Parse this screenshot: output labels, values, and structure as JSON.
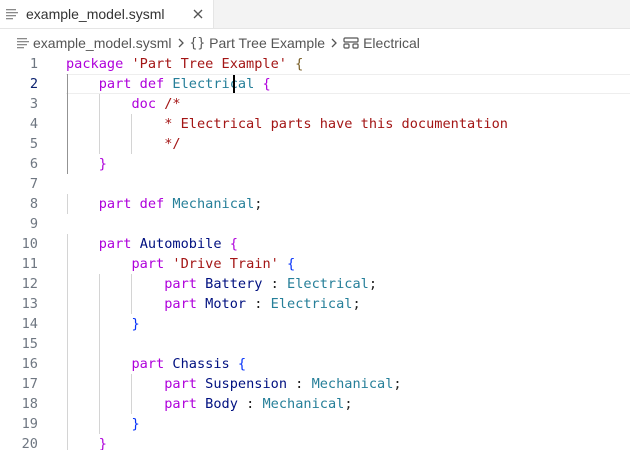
{
  "tab": {
    "filename": "example_model.sysml",
    "file_icon": "lines-file-icon",
    "close_icon": "close-icon"
  },
  "breadcrumb": {
    "items": [
      {
        "label": "example_model.sysml",
        "icon": "lines-file-icon"
      },
      {
        "label": "Part Tree Example",
        "icon": "braces-icon"
      },
      {
        "label": "Electrical",
        "icon": "part-def-icon"
      }
    ]
  },
  "editor": {
    "active_line": 2,
    "lines": [
      {
        "num": "1",
        "tokens": [
          [
            "kw",
            "package"
          ],
          [
            "pun",
            " "
          ],
          [
            "str",
            "'Part Tree Example'"
          ],
          [
            "pun",
            " "
          ],
          [
            "brk",
            "{"
          ]
        ]
      },
      {
        "num": "2",
        "tokens": [
          [
            "pun",
            "    "
          ],
          [
            "kw",
            "part def"
          ],
          [
            "pun",
            " "
          ],
          [
            "type",
            "Electrical"
          ],
          [
            "pun",
            " "
          ],
          [
            "brk2",
            "{"
          ]
        ]
      },
      {
        "num": "3",
        "tokens": [
          [
            "pun",
            "        "
          ],
          [
            "kw",
            "doc"
          ],
          [
            "pun",
            " "
          ],
          [
            "cmt",
            "/*"
          ]
        ]
      },
      {
        "num": "4",
        "tokens": [
          [
            "pun",
            "            "
          ],
          [
            "cmt",
            "* Electrical parts have this documentation"
          ]
        ]
      },
      {
        "num": "5",
        "tokens": [
          [
            "pun",
            "            "
          ],
          [
            "cmt",
            "*/"
          ]
        ]
      },
      {
        "num": "6",
        "tokens": [
          [
            "pun",
            "    "
          ],
          [
            "brk2",
            "}"
          ]
        ]
      },
      {
        "num": "7",
        "tokens": []
      },
      {
        "num": "8",
        "tokens": [
          [
            "pun",
            "    "
          ],
          [
            "kw",
            "part def"
          ],
          [
            "pun",
            " "
          ],
          [
            "type",
            "Mechanical"
          ],
          [
            "pun",
            ";"
          ]
        ]
      },
      {
        "num": "9",
        "tokens": []
      },
      {
        "num": "10",
        "tokens": [
          [
            "pun",
            "    "
          ],
          [
            "kw",
            "part"
          ],
          [
            "pun",
            " "
          ],
          [
            "name",
            "Automobile"
          ],
          [
            "pun",
            " "
          ],
          [
            "brk2",
            "{"
          ]
        ]
      },
      {
        "num": "11",
        "tokens": [
          [
            "pun",
            "        "
          ],
          [
            "kw",
            "part"
          ],
          [
            "pun",
            " "
          ],
          [
            "str",
            "'Drive Train'"
          ],
          [
            "pun",
            " "
          ],
          [
            "brk3",
            "{"
          ]
        ]
      },
      {
        "num": "12",
        "tokens": [
          [
            "pun",
            "            "
          ],
          [
            "kw",
            "part"
          ],
          [
            "pun",
            " "
          ],
          [
            "name",
            "Battery"
          ],
          [
            "pun",
            " : "
          ],
          [
            "type",
            "Electrical"
          ],
          [
            "pun",
            ";"
          ]
        ]
      },
      {
        "num": "13",
        "tokens": [
          [
            "pun",
            "            "
          ],
          [
            "kw",
            "part"
          ],
          [
            "pun",
            " "
          ],
          [
            "name",
            "Motor"
          ],
          [
            "pun",
            " : "
          ],
          [
            "type",
            "Electrical"
          ],
          [
            "pun",
            ";"
          ]
        ]
      },
      {
        "num": "14",
        "tokens": [
          [
            "pun",
            "        "
          ],
          [
            "brk3",
            "}"
          ]
        ]
      },
      {
        "num": "15",
        "tokens": []
      },
      {
        "num": "16",
        "tokens": [
          [
            "pun",
            "        "
          ],
          [
            "kw",
            "part"
          ],
          [
            "pun",
            " "
          ],
          [
            "name",
            "Chassis"
          ],
          [
            "pun",
            " "
          ],
          [
            "brk3",
            "{"
          ]
        ]
      },
      {
        "num": "17",
        "tokens": [
          [
            "pun",
            "            "
          ],
          [
            "kw",
            "part"
          ],
          [
            "pun",
            " "
          ],
          [
            "name",
            "Suspension"
          ],
          [
            "pun",
            " : "
          ],
          [
            "type",
            "Mechanical"
          ],
          [
            "pun",
            ";"
          ]
        ]
      },
      {
        "num": "18",
        "tokens": [
          [
            "pun",
            "            "
          ],
          [
            "kw",
            "part"
          ],
          [
            "pun",
            " "
          ],
          [
            "name",
            "Body"
          ],
          [
            "pun",
            " : "
          ],
          [
            "type",
            "Mechanical"
          ],
          [
            "pun",
            ";"
          ]
        ]
      },
      {
        "num": "19",
        "tokens": [
          [
            "pun",
            "        "
          ],
          [
            "brk3",
            "}"
          ]
        ]
      },
      {
        "num": "20",
        "tokens": [
          [
            "pun",
            "    "
          ],
          [
            "brk2",
            "}"
          ]
        ]
      }
    ]
  },
  "colors": {
    "keyword": "#af00db",
    "string": "#a31515",
    "type": "#267f99",
    "name": "#001080",
    "line_number": "#6e7681",
    "active_line_number": "#0b216f"
  }
}
